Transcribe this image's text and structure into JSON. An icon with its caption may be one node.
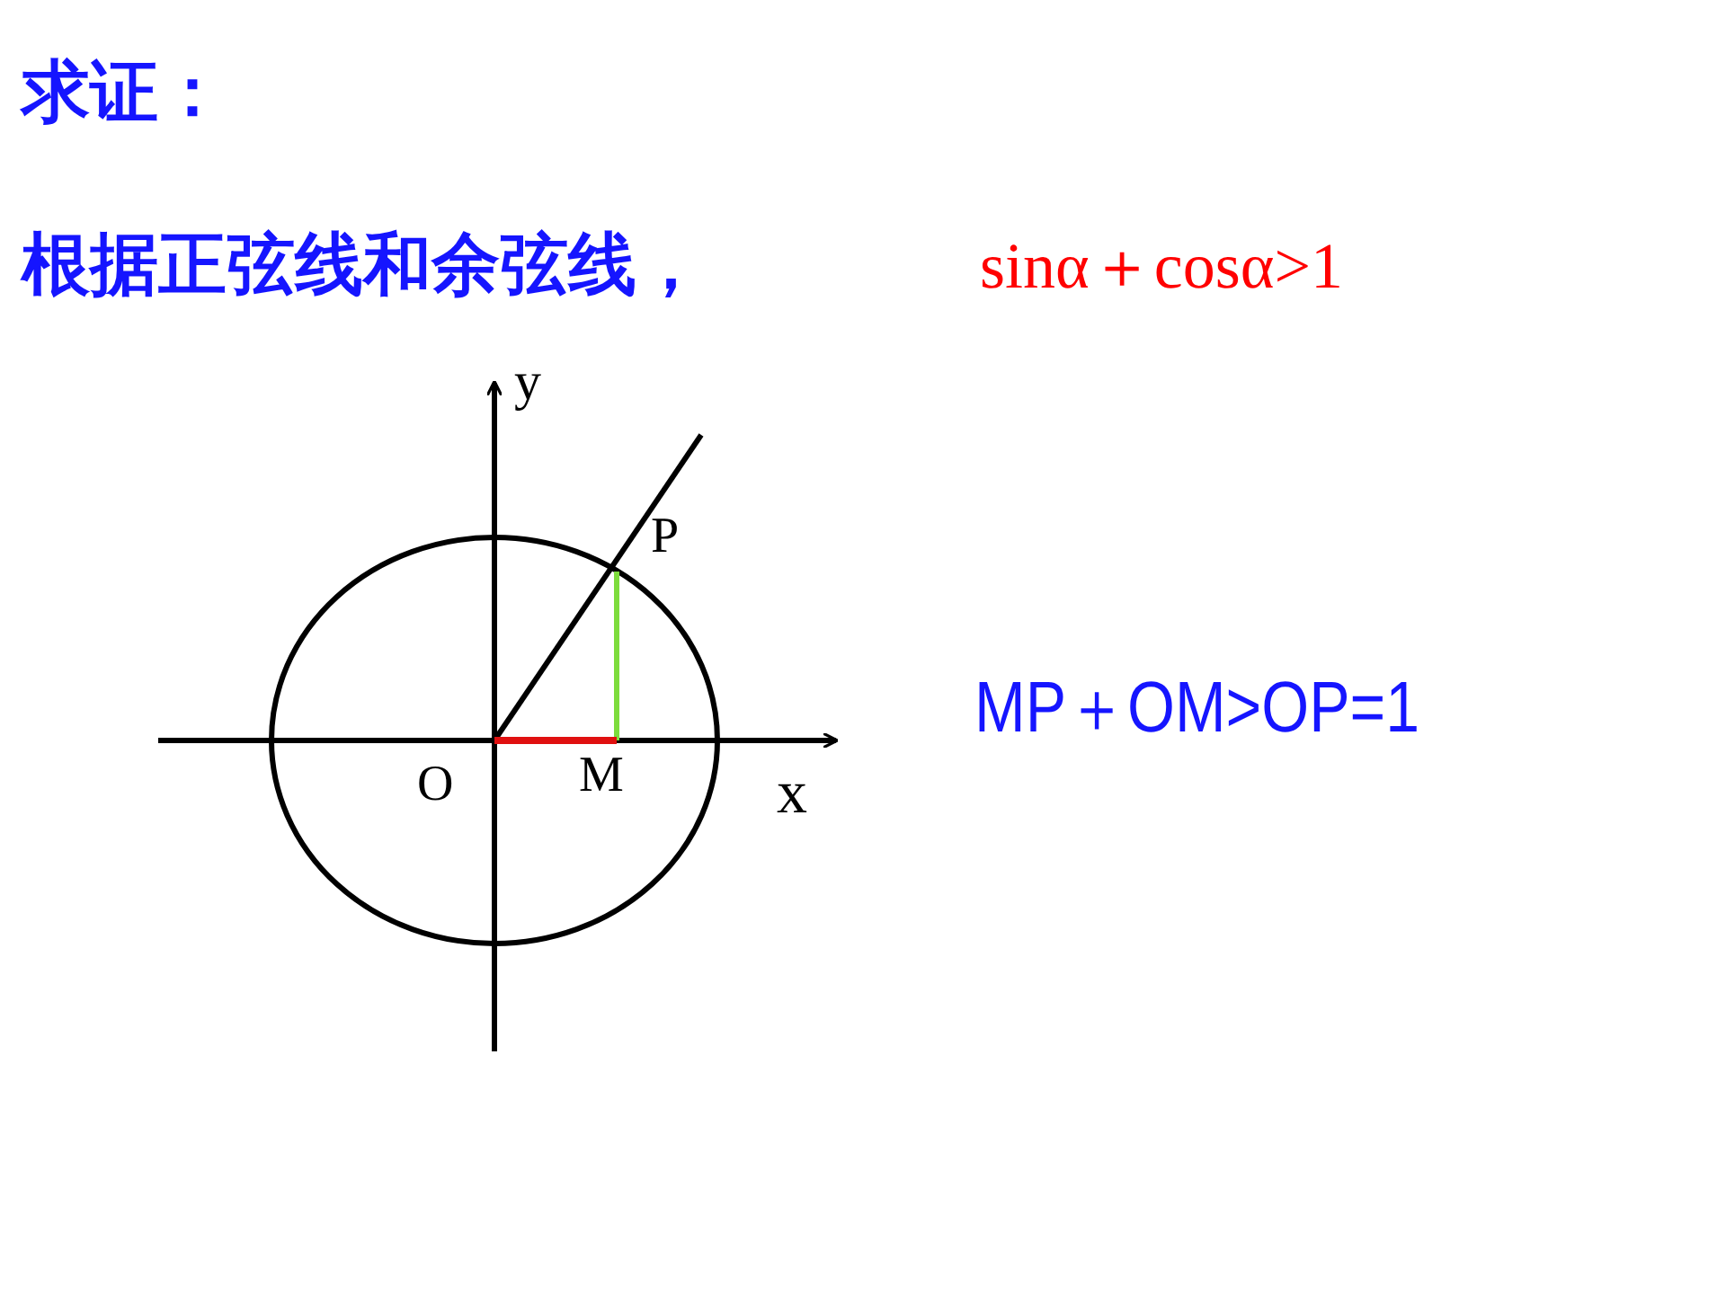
{
  "diagram": {
    "title": "求证：",
    "labels": [
      "根据正弦线和余弦线，",
      "sinα＋cosα>1",
      "y",
      "P",
      "O",
      "M",
      "x",
      "MP＋OM>OP=1"
    ]
  }
}
